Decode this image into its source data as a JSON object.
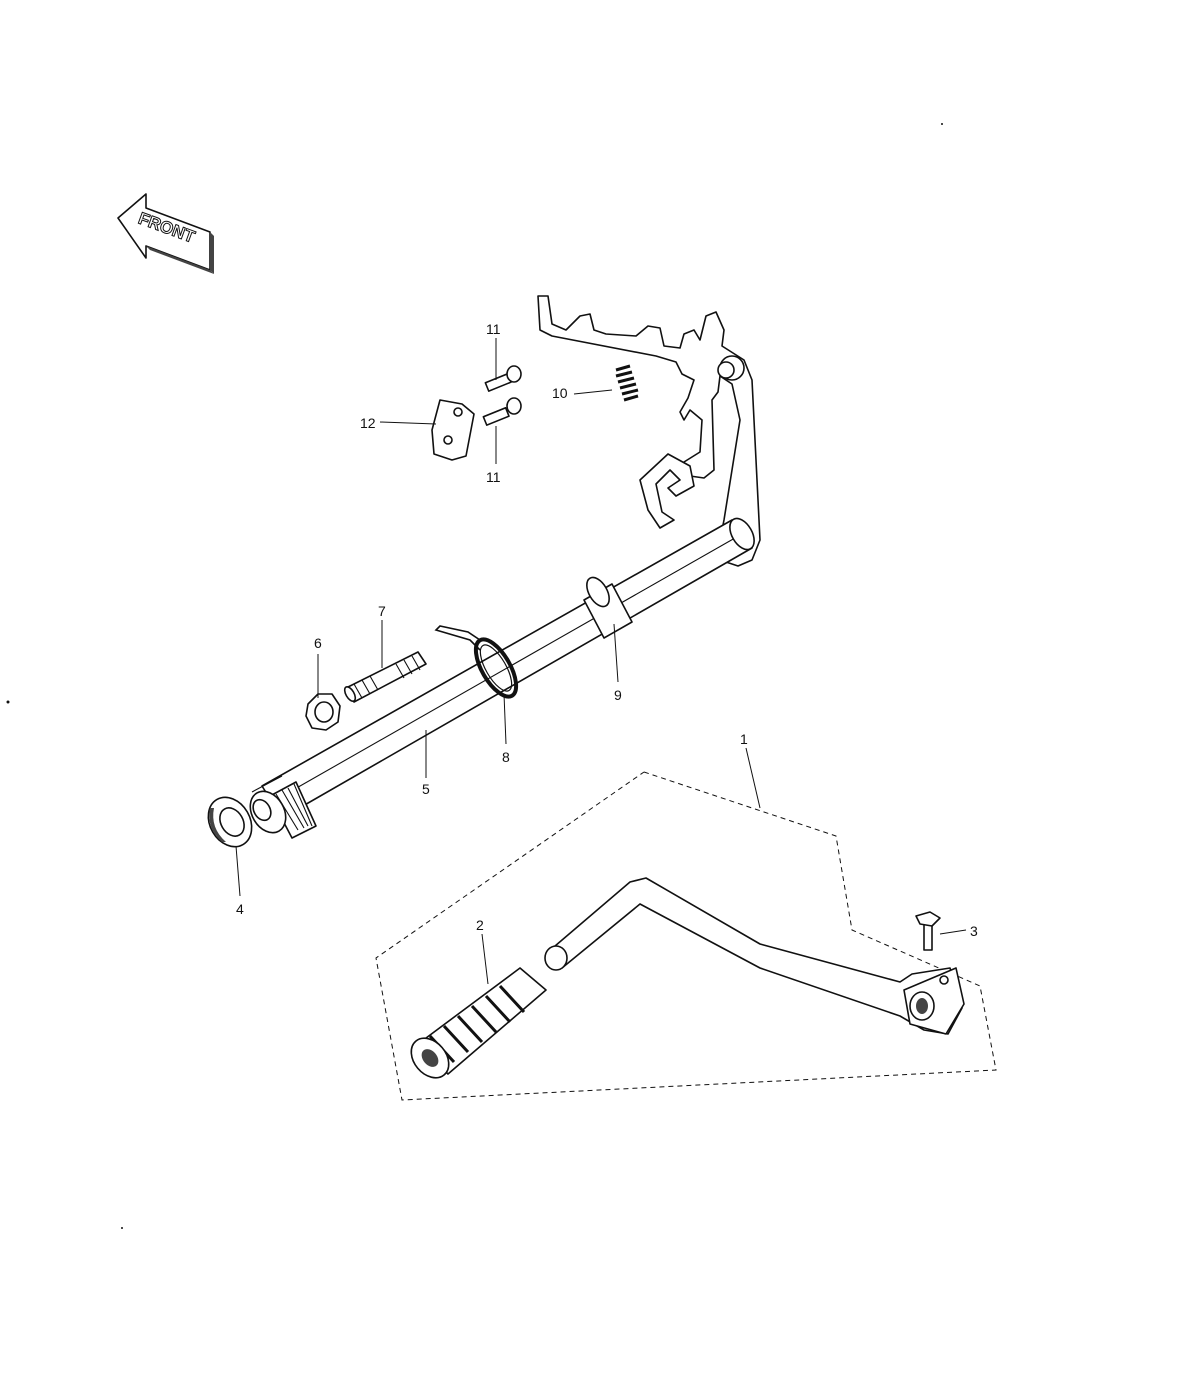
{
  "front_badge": {
    "label": "FRONT"
  },
  "callouts": {
    "c1": "1",
    "c2": "2",
    "c3": "3",
    "c4": "4",
    "c5": "5",
    "c6": "6",
    "c7": "7",
    "c8": "8",
    "c9": "9",
    "c10": "10",
    "c11a": "11",
    "c11b": "11",
    "c12": "12"
  }
}
